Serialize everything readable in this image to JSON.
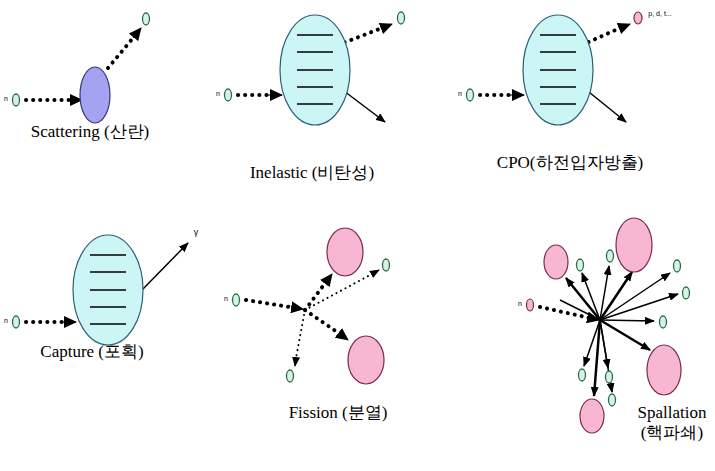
{
  "diagram": {
    "labels": [
      "n",
      "Scattering (산란)",
      "n",
      "Inelastic (비탄성)",
      "n",
      "p, d, t...",
      "CPO(하전입자방출)",
      "n",
      "γ",
      "Capture (포획)",
      "n",
      "Fission (분열)",
      "n",
      "Spallation (핵파쇄)"
    ]
  }
}
